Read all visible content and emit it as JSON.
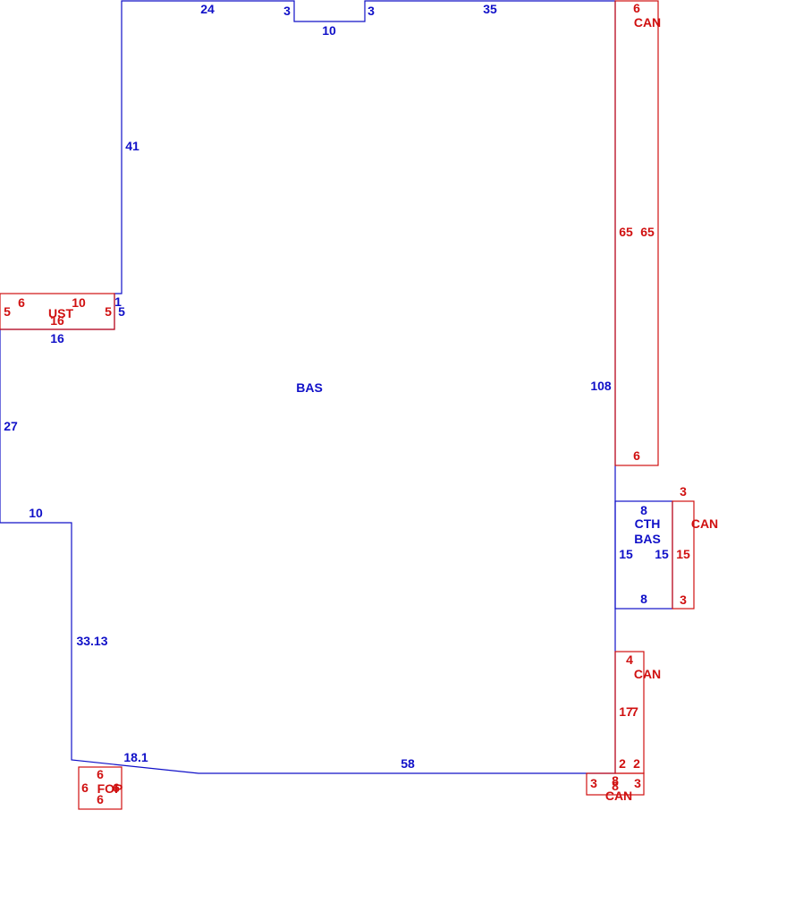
{
  "colors": {
    "main_outline": "#1010c8",
    "addition_outline": "#d01010"
  },
  "areas": {
    "bas": "BAS",
    "cth_bas_line1": "CTH",
    "cth_bas_line2": "BAS",
    "can_right_top": "CAN",
    "can_right_mid": "CAN",
    "can_lower_right": "CAN",
    "can_bottom": "CAN",
    "ust": "UST",
    "fop": "FOP"
  },
  "dimensions": {
    "bas_top_left": "24",
    "bas_notch_left": "3",
    "bas_notch_bottom": "10",
    "bas_notch_right": "3",
    "bas_top_right": "35",
    "bas_left_upper": "41",
    "bas_step_1": "1",
    "bas_step_5": "5",
    "bas_step_16": "16",
    "bas_left_mid": "27",
    "bas_step_10": "10",
    "bas_left_lower": "33.13",
    "bas_diagonal": "18.1",
    "bas_bottom": "58",
    "bas_right": "108",
    "ust_top_6": "6",
    "ust_top_10": "10",
    "ust_left": "5",
    "ust_right": "5",
    "ust_bottom": "16",
    "can_top_width": "6",
    "can_left": "65",
    "can_right": "65",
    "can_bottom_width": "6",
    "can2_top": "3",
    "can2_right": "15",
    "can2_bottom": "3",
    "cth_top": "8",
    "cth_left": "15",
    "cth_right": "15",
    "cth_bottom": "8",
    "can3_top": "4",
    "can3_left": "17",
    "can3_right": "7",
    "can3_bottom_left": "2",
    "can3_bottom_right": "2",
    "can4_left": "3",
    "can4_mid_a": "8",
    "can4_mid_b": "8",
    "can4_right": "3",
    "fop_top": "6",
    "fop_left": "6",
    "fop_right": "6",
    "fop_bottom": "6"
  }
}
